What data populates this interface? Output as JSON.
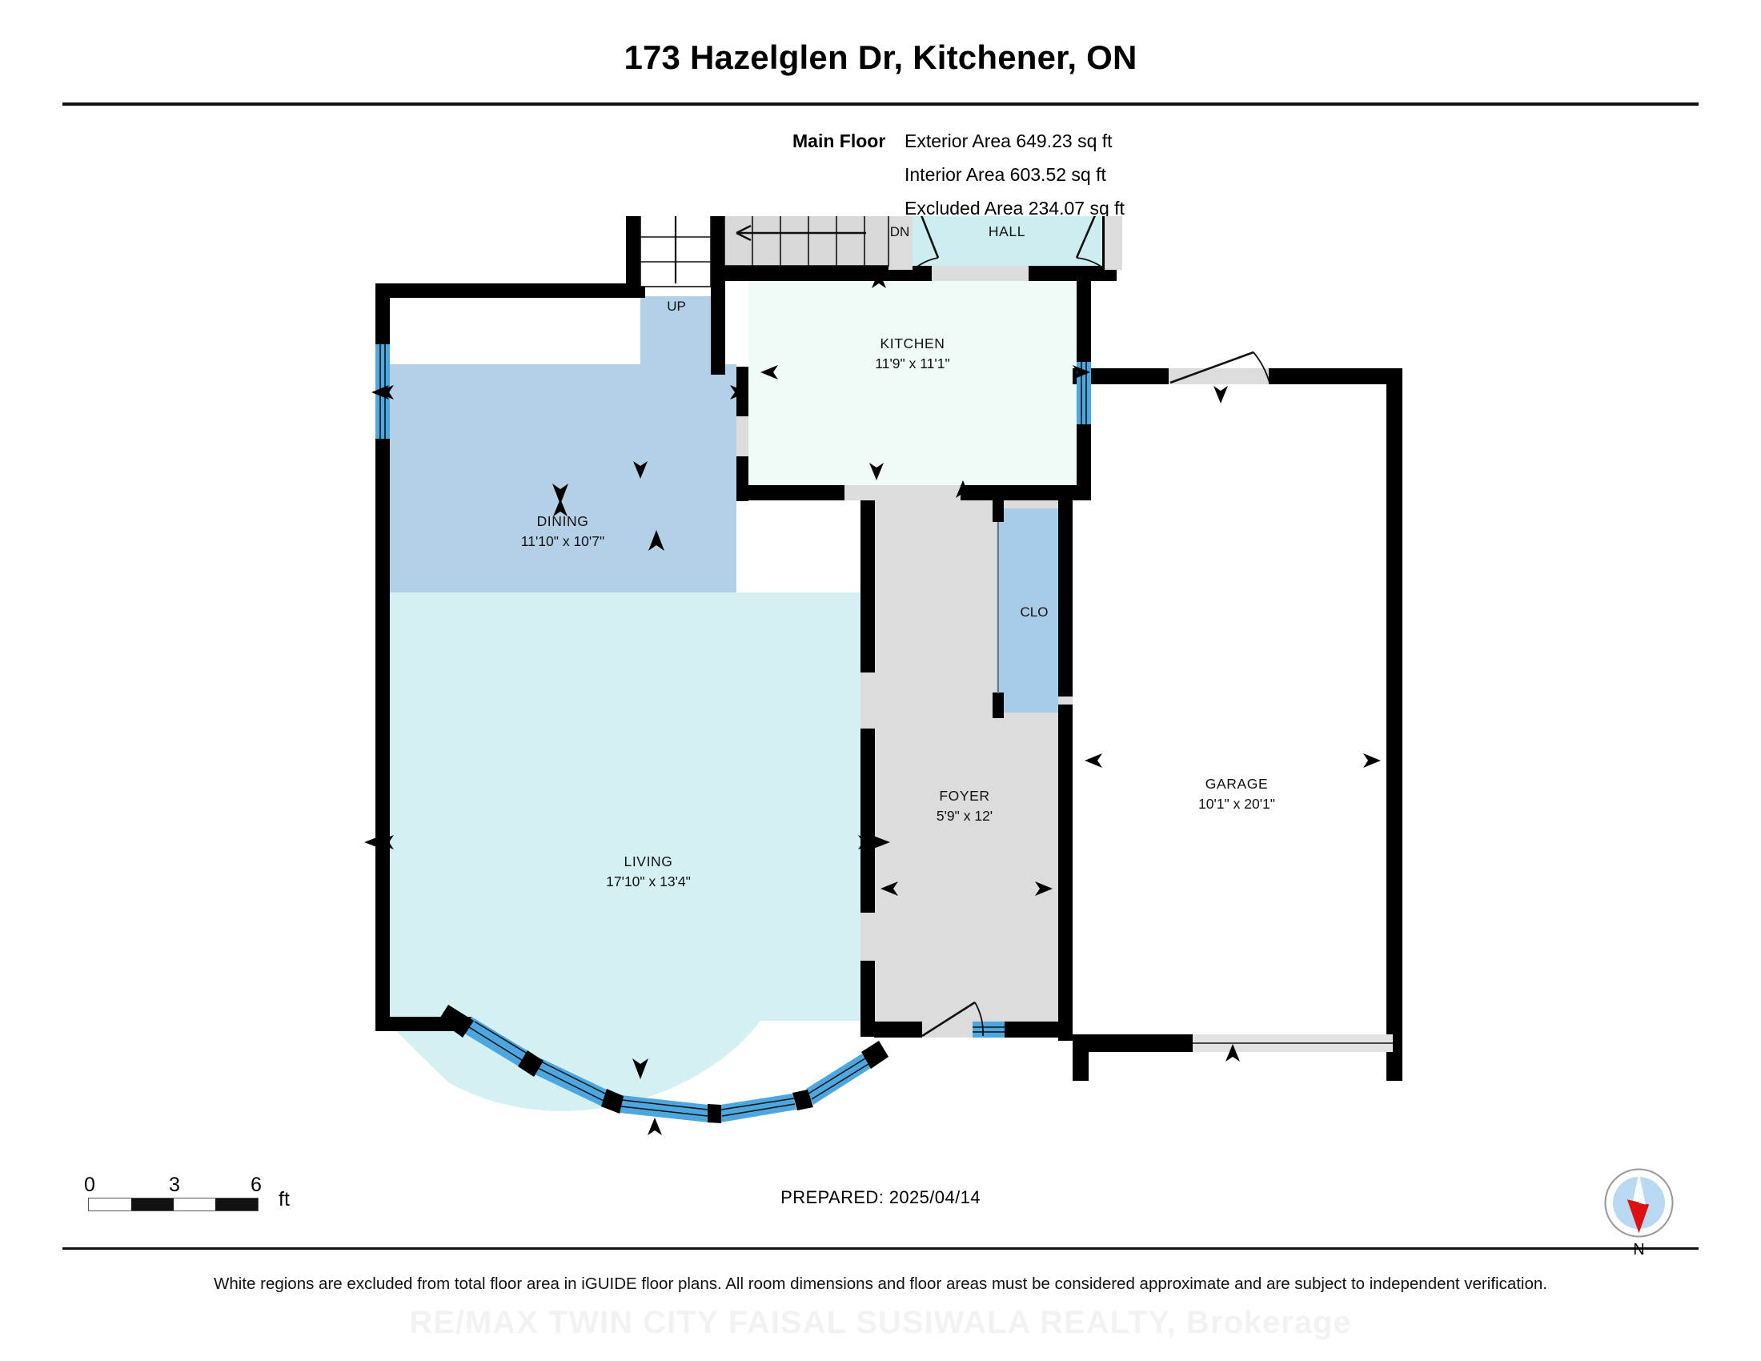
{
  "header": {
    "title": "173 Hazelglen Dr, Kitchener, ON"
  },
  "summary": {
    "floor_label": "Main Floor",
    "lines": [
      "Exterior Area 649.23 sq ft",
      "Interior Area 603.52 sq ft",
      "Excluded Area 234.07 sq ft"
    ]
  },
  "floorplan": {
    "rooms": [
      {
        "id": "dining",
        "name": "DINING",
        "dimensions": "11'10\" x 10'7\"",
        "fill": "#b4d0e7"
      },
      {
        "id": "kitchen",
        "name": "KITCHEN",
        "dimensions": "11'9\" x 11'1\"",
        "fill": "#eefbf7"
      },
      {
        "id": "living",
        "name": "LIVING",
        "dimensions": "17'10\" x 13'4\"",
        "fill": "#d5f0f2"
      },
      {
        "id": "foyer",
        "name": "FOYER",
        "dimensions": "5'9\" x 12'",
        "fill": "#dcdcdc"
      },
      {
        "id": "garage",
        "name": "GARAGE",
        "dimensions": "10'1\" x 20'1\"",
        "fill": "#ffffff"
      },
      {
        "id": "hall",
        "name": "HALL",
        "dimensions": "",
        "fill": "#cdeef1"
      },
      {
        "id": "clo",
        "name": "CLO",
        "dimensions": "",
        "fill": "#a8cbe8"
      }
    ],
    "markers": [
      {
        "id": "stair-up",
        "label": "UP"
      },
      {
        "id": "stair-down",
        "label": "DN"
      }
    ],
    "colors": {
      "wall": "#000000",
      "window": "#4da6dd",
      "door": "#dcdcdc",
      "stairs": "#d9d9d9",
      "excluded": "#ffffff"
    }
  },
  "scale": {
    "ticks": [
      "0",
      "3",
      "6"
    ],
    "unit": "ft"
  },
  "prepared": "PREPARED: 2025/04/14",
  "compass": {
    "north_label": "N"
  },
  "disclaimer": "White regions are excluded from total floor area in iGUIDE floor plans. All room dimensions and floor areas must be considered approximate and are subject to independent verification.",
  "watermark": "RE/MAX TWIN CITY FAISAL SUSIWALA REALTY, Brokerage"
}
